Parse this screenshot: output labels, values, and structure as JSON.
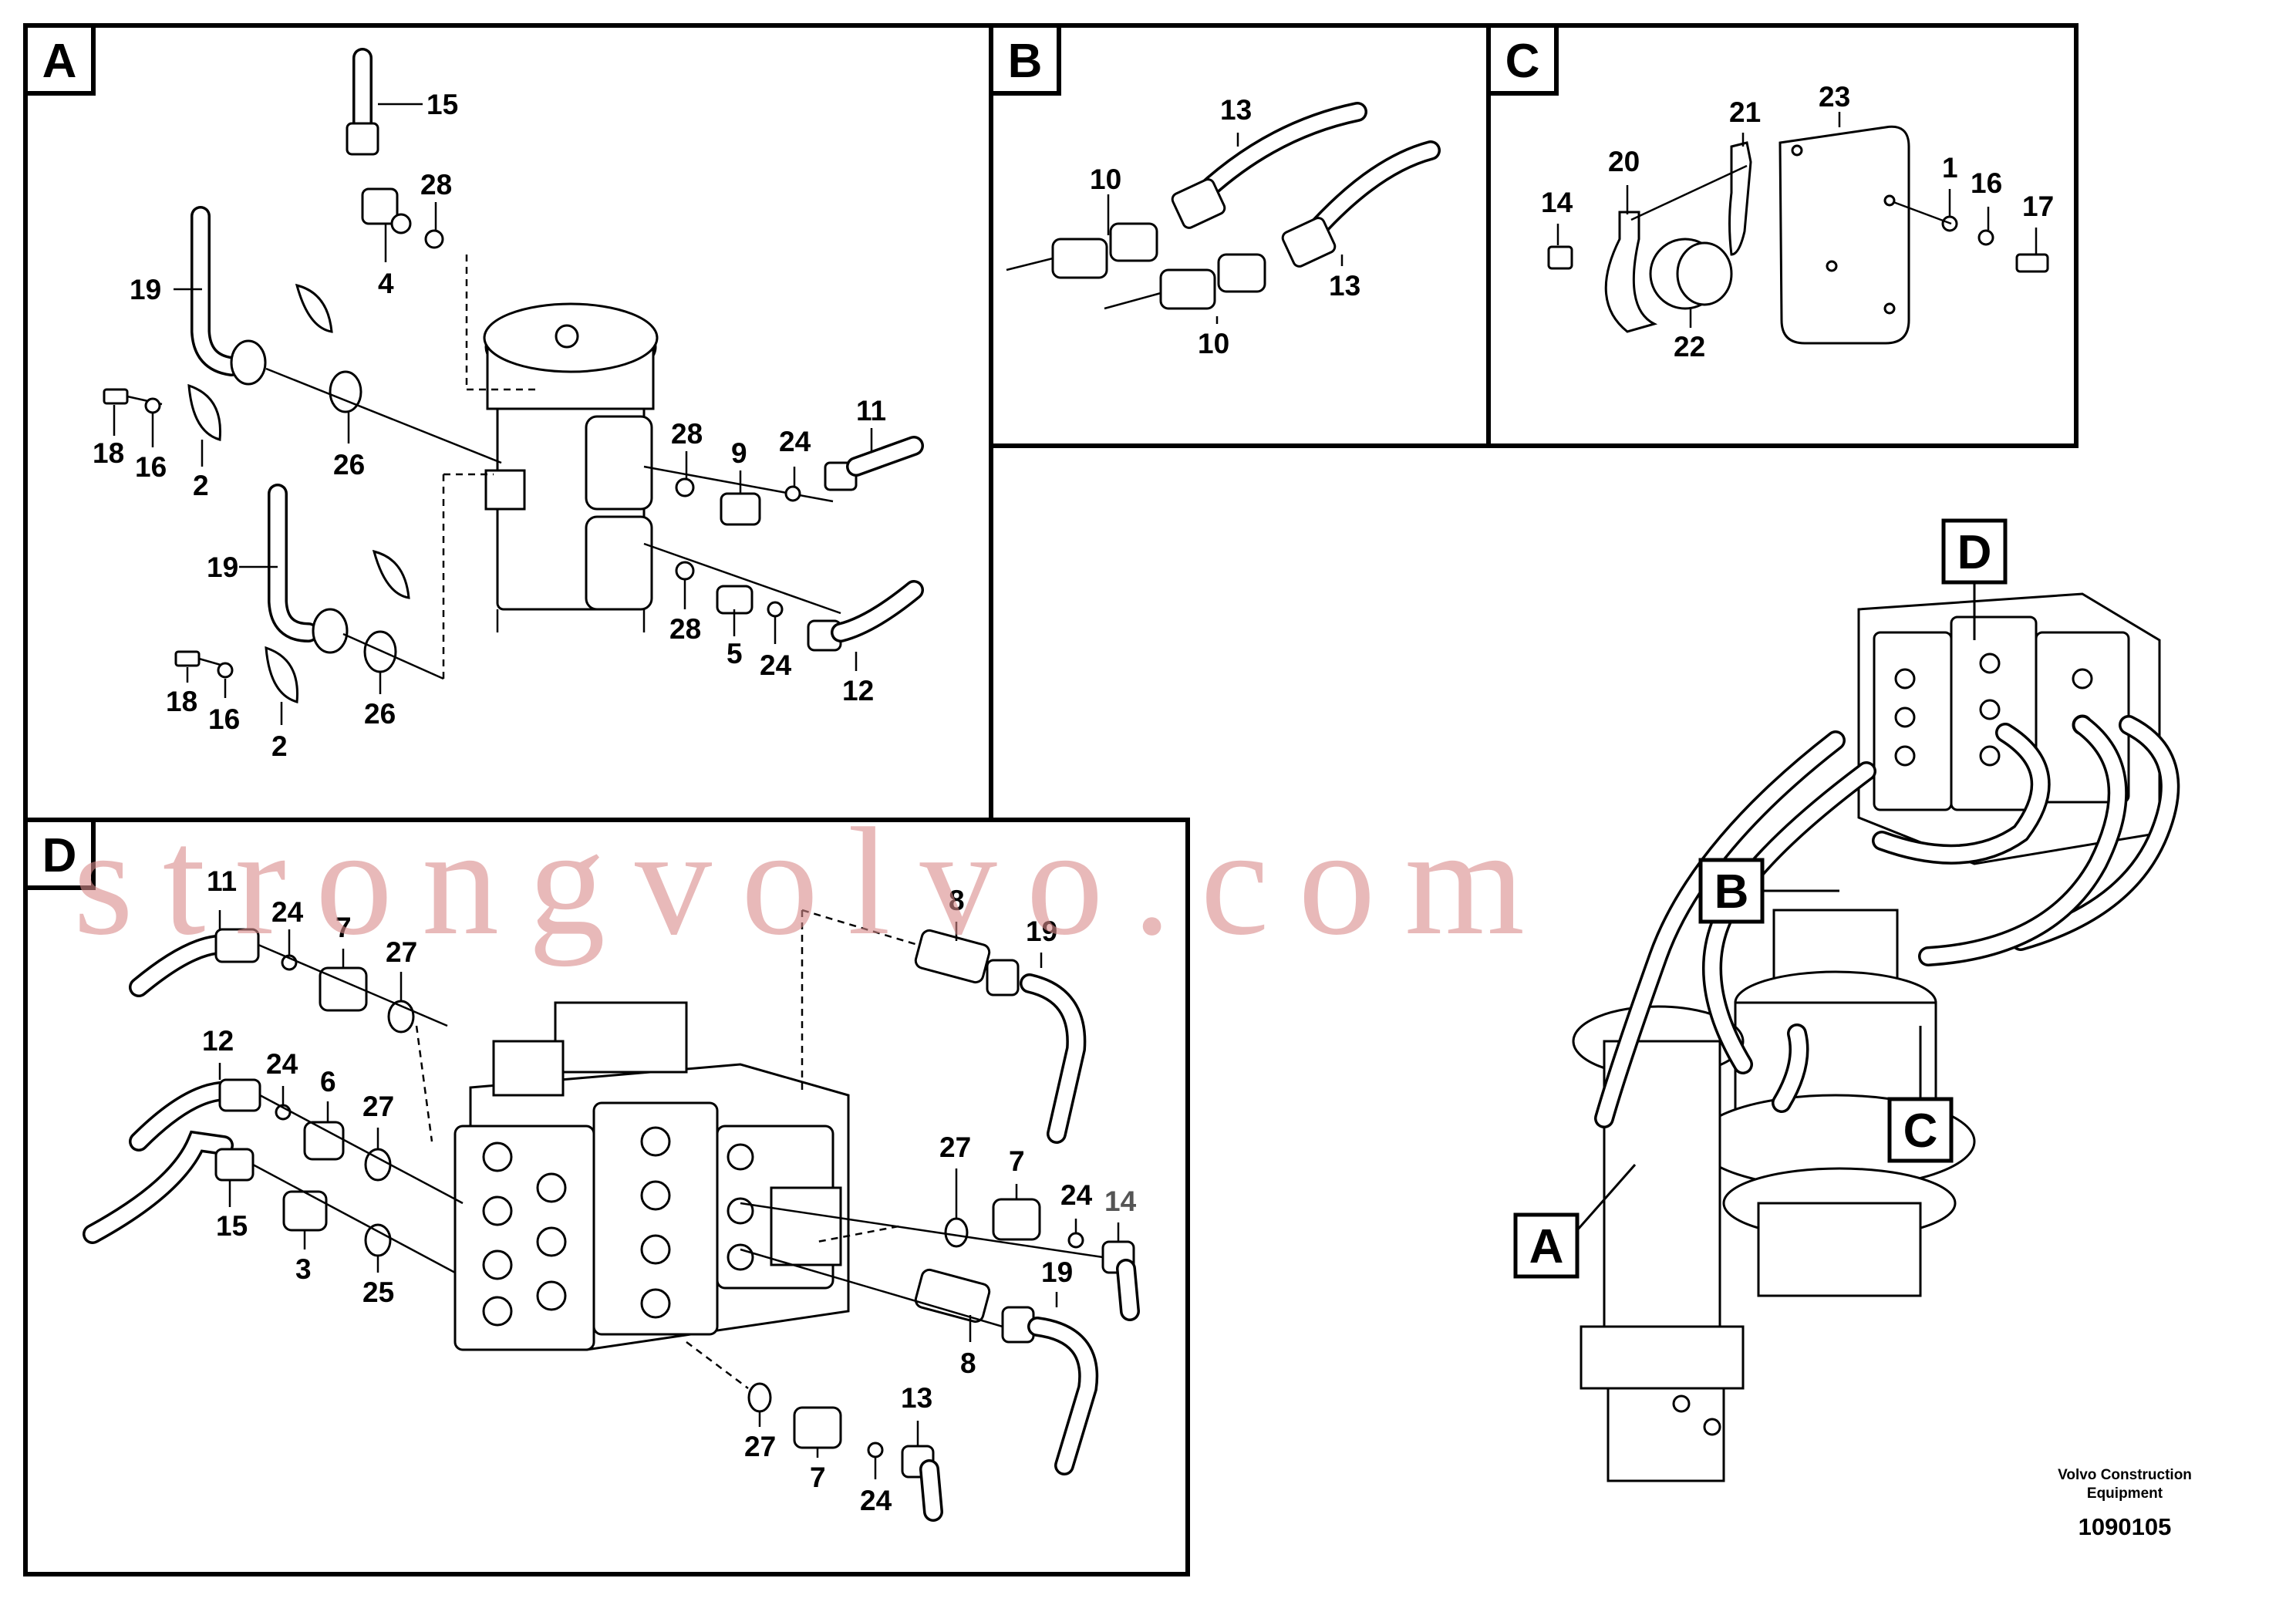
{
  "panels": {
    "A": {
      "label": "A",
      "callouts": {
        "c15": "15",
        "c28a": "28",
        "c4": "4",
        "c19a": "19",
        "c18a": "18",
        "c16a": "16",
        "c2a": "2",
        "c26a": "26",
        "c28b": "28",
        "c9": "9",
        "c24a": "24",
        "c11": "11",
        "c19b": "19",
        "c28c": "28",
        "c5": "5",
        "c24b": "24",
        "c12": "12",
        "c18b": "18",
        "c16b": "16",
        "c2b": "2",
        "c26b": "26"
      }
    },
    "B": {
      "label": "B",
      "callouts": {
        "c13a": "13",
        "c10a": "10",
        "c13b": "13",
        "c10b": "10"
      }
    },
    "C": {
      "label": "C",
      "callouts": {
        "c21": "21",
        "c23": "23",
        "c20": "20",
        "c14": "14",
        "c1": "1",
        "c16": "16",
        "c17": "17",
        "c22": "22"
      }
    },
    "D": {
      "label": "D",
      "callouts": {
        "c11": "11",
        "c24a": "24",
        "c7a": "7",
        "c27a": "27",
        "c8a": "8",
        "c19a": "19",
        "c12": "12",
        "c24b": "24",
        "c6": "6",
        "c27b": "27",
        "c15": "15",
        "c3": "3",
        "c25": "25",
        "c27c": "27",
        "c7b": "7",
        "c24c": "24",
        "c14": "14",
        "c19b": "19",
        "c8b": "8",
        "c27d": "27",
        "c7c": "7",
        "c24d": "24",
        "c13": "13"
      }
    },
    "overview": {
      "tags": {
        "A": "A",
        "B": "B",
        "C": "C",
        "D": "D"
      }
    }
  },
  "watermark": "strongvolvo.com",
  "footer": {
    "company_line1": "Volvo Construction",
    "company_line2": "Equipment",
    "drawing_number": "1090105"
  },
  "colors": {
    "ink": "#000000",
    "watermark": "#d98c8c",
    "background": "#ffffff"
  }
}
